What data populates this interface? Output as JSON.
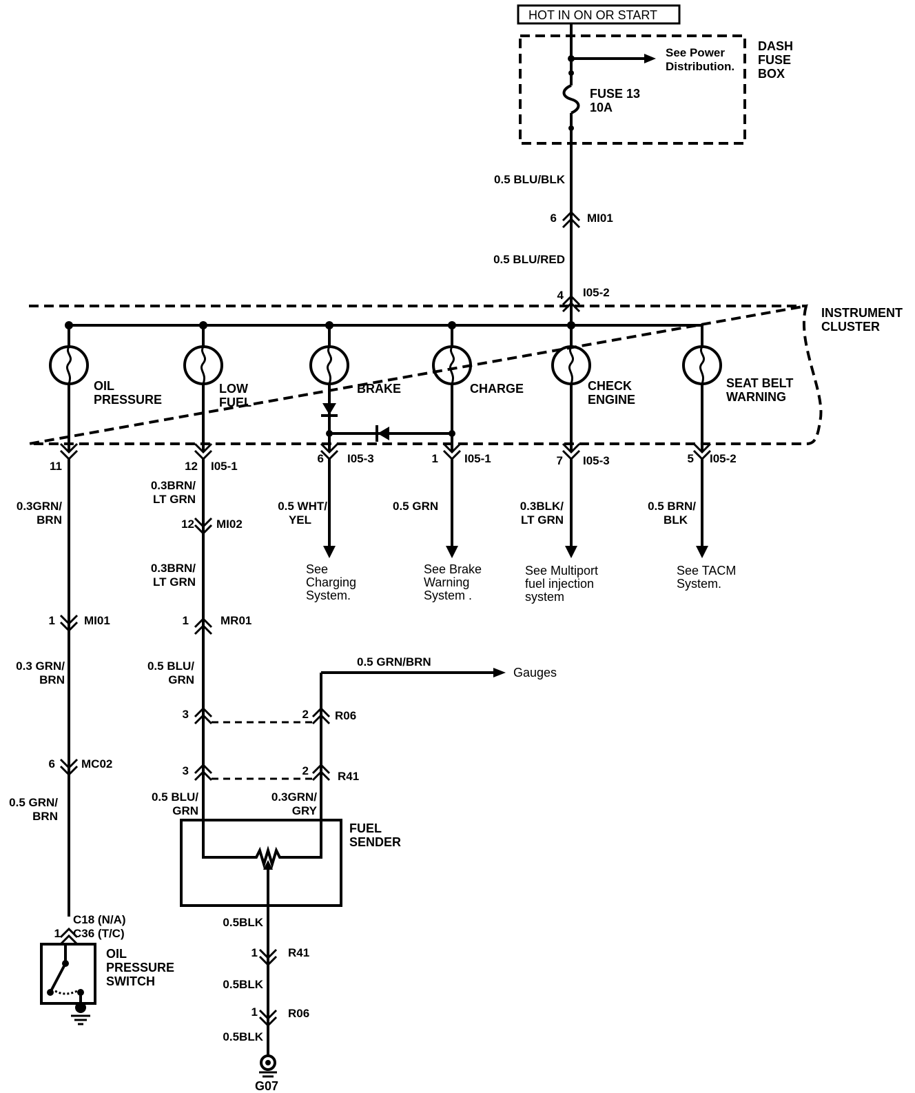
{
  "header": {
    "hot_label": "HOT IN ON OR START"
  },
  "fuse_box": {
    "title_1": "DASH",
    "title_2": "FUSE",
    "title_3": "BOX",
    "fuse_1": "FUSE 13",
    "fuse_2": "10A",
    "see_1": "See Power",
    "see_2": "Distribution."
  },
  "feed": {
    "wire_1": "0.5 BLU/BLK",
    "conn_pin": "6",
    "conn_name": "MI01",
    "wire_2": "0.5 BLU/RED",
    "cluster_pin": "4",
    "cluster_conn": "I05-2"
  },
  "cluster": {
    "title_1": "INSTRUMENT",
    "title_2": "CLUSTER",
    "lamps": [
      {
        "l1": "OIL",
        "l2": "PRESSURE"
      },
      {
        "l1": "LOW",
        "l2": "FUEL"
      },
      {
        "l1": "BRAKE",
        "l2": ""
      },
      {
        "l1": "CHARGE",
        "l2": ""
      },
      {
        "l1": "CHECK",
        "l2": "ENGINE"
      },
      {
        "l1": "SEAT BELT",
        "l2": "WARNING"
      }
    ]
  },
  "outputs": [
    {
      "pin": "11",
      "conn": ""
    },
    {
      "pin": "12",
      "conn": "I05-1"
    },
    {
      "pin": "6",
      "conn": "I05-3"
    },
    {
      "pin": "1",
      "conn": "I05-1"
    },
    {
      "pin": "7",
      "conn": "I05-3"
    },
    {
      "pin": "5",
      "conn": "I05-2"
    }
  ],
  "branches": [
    {
      "w1": "0.5  WHT/",
      "w2": "YEL",
      "s1": "See",
      "s2": "Charging",
      "s3": "System."
    },
    {
      "w1": "0.5 GRN",
      "w2": "",
      "s1": "See Brake",
      "s2": "Warning",
      "s3": "System ."
    },
    {
      "w1": "0.3BLK/",
      "w2": "LT GRN",
      "s1": "See Multiport",
      "s2": "fuel injection",
      "s3": "system"
    },
    {
      "w1": "0.5 BRN/",
      "w2": "BLK",
      "s1": "See TACM",
      "s2": "System.",
      "s3": ""
    }
  ],
  "oil_circuit": {
    "w1a": "0.3GRN/",
    "w1b": "BRN",
    "c1_pin": "1",
    "c1_name": "MI01",
    "w2a": "0.3 GRN/",
    "w2b": "BRN",
    "c2_pin": "6",
    "c2_name": "MC02",
    "w3a": "0.5 GRN/",
    "w3b": "BRN",
    "sw_pin": "1",
    "sw_c1": "C18 (N/A)",
    "sw_c2": "C36 (T/C)",
    "sw_t1": "OIL",
    "sw_t2": "PRESSURE",
    "sw_t3": "SWITCH"
  },
  "fuel_circuit": {
    "w1a": "0.3BRN/",
    "w1b": "LT GRN",
    "c1_pin": "12",
    "c1_name": "MI02",
    "w2a": "0.3BRN/",
    "w2b": "LT GRN",
    "c2_pin": "1",
    "c2_name": "MR01",
    "w3a": "0.5 BLU/",
    "w3b": "GRN",
    "gauge_wire": "0.5 GRN/BRN",
    "gauges": "Gauges",
    "r06_pin_a": "3",
    "r06_pin_b": "2",
    "r06_name": "R06",
    "r41_pin_a": "3",
    "r41_pin_b": "2",
    "r41_name": "R41",
    "w4a": "0.5 BLU/",
    "w4b": "GRN",
    "w5a": "0.3GRN/",
    "w5b": "GRY",
    "sender_1": "FUEL",
    "sender_2": "SENDER",
    "g_w1": "0.5BLK",
    "g_c1_pin": "1",
    "g_c1_name": "R41",
    "g_w2": "0.5BLK",
    "g_c2_pin": "1",
    "g_c2_name": "R06",
    "g_w3": "0.5BLK",
    "ground": "G07"
  }
}
